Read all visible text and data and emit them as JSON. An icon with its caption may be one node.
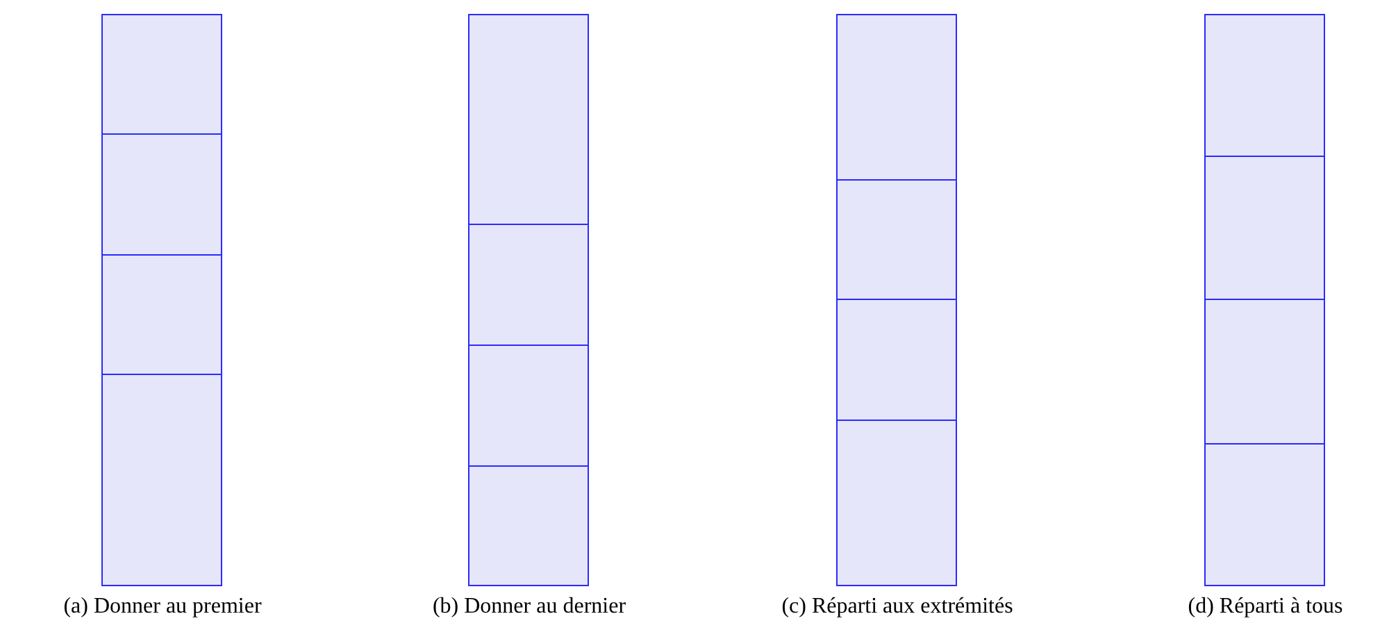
{
  "diagram": {
    "nodes": [
      {
        "text": [
          "(a) Donner au premier"
        ]
      },
      {
        "text": [],
        "shape": "box",
        "in": 0
      },
      {
        "text": [],
        "shape": "box",
        "in": 0
      },
      {
        "text": [],
        "shape": "box",
        "in": 0
      },
      {
        "text": [],
        "shape": "box",
        "in": 0
      },
      {
        "text": [
          "(b) Donner au dernier"
        ]
      },
      {
        "text": [],
        "shape": "box",
        "in": 5
      },
      {
        "text": [],
        "shape": "box",
        "in": 5
      },
      {
        "text": [],
        "shape": "box",
        "in": 5
      },
      {
        "text": [],
        "shape": "box",
        "in": 5
      },
      {
        "text": [
          "(c) Réparti aux extrémités"
        ]
      },
      {
        "text": [],
        "shape": "box",
        "in": 10
      },
      {
        "text": [],
        "shape": "box",
        "in": 10
      },
      {
        "text": [],
        "shape": "box",
        "in": 10
      },
      {
        "text": [],
        "shape": "box",
        "in": 10
      },
      {
        "text": [
          "(d) Réparti à tous"
        ]
      },
      {
        "text": [],
        "shape": "box",
        "in": 15
      },
      {
        "text": [],
        "shape": "box",
        "in": 15
      },
      {
        "text": [],
        "shape": "box",
        "in": 15
      },
      {
        "text": [],
        "shape": "box",
        "in": 15
      }
    ],
    "edges": []
  }
}
